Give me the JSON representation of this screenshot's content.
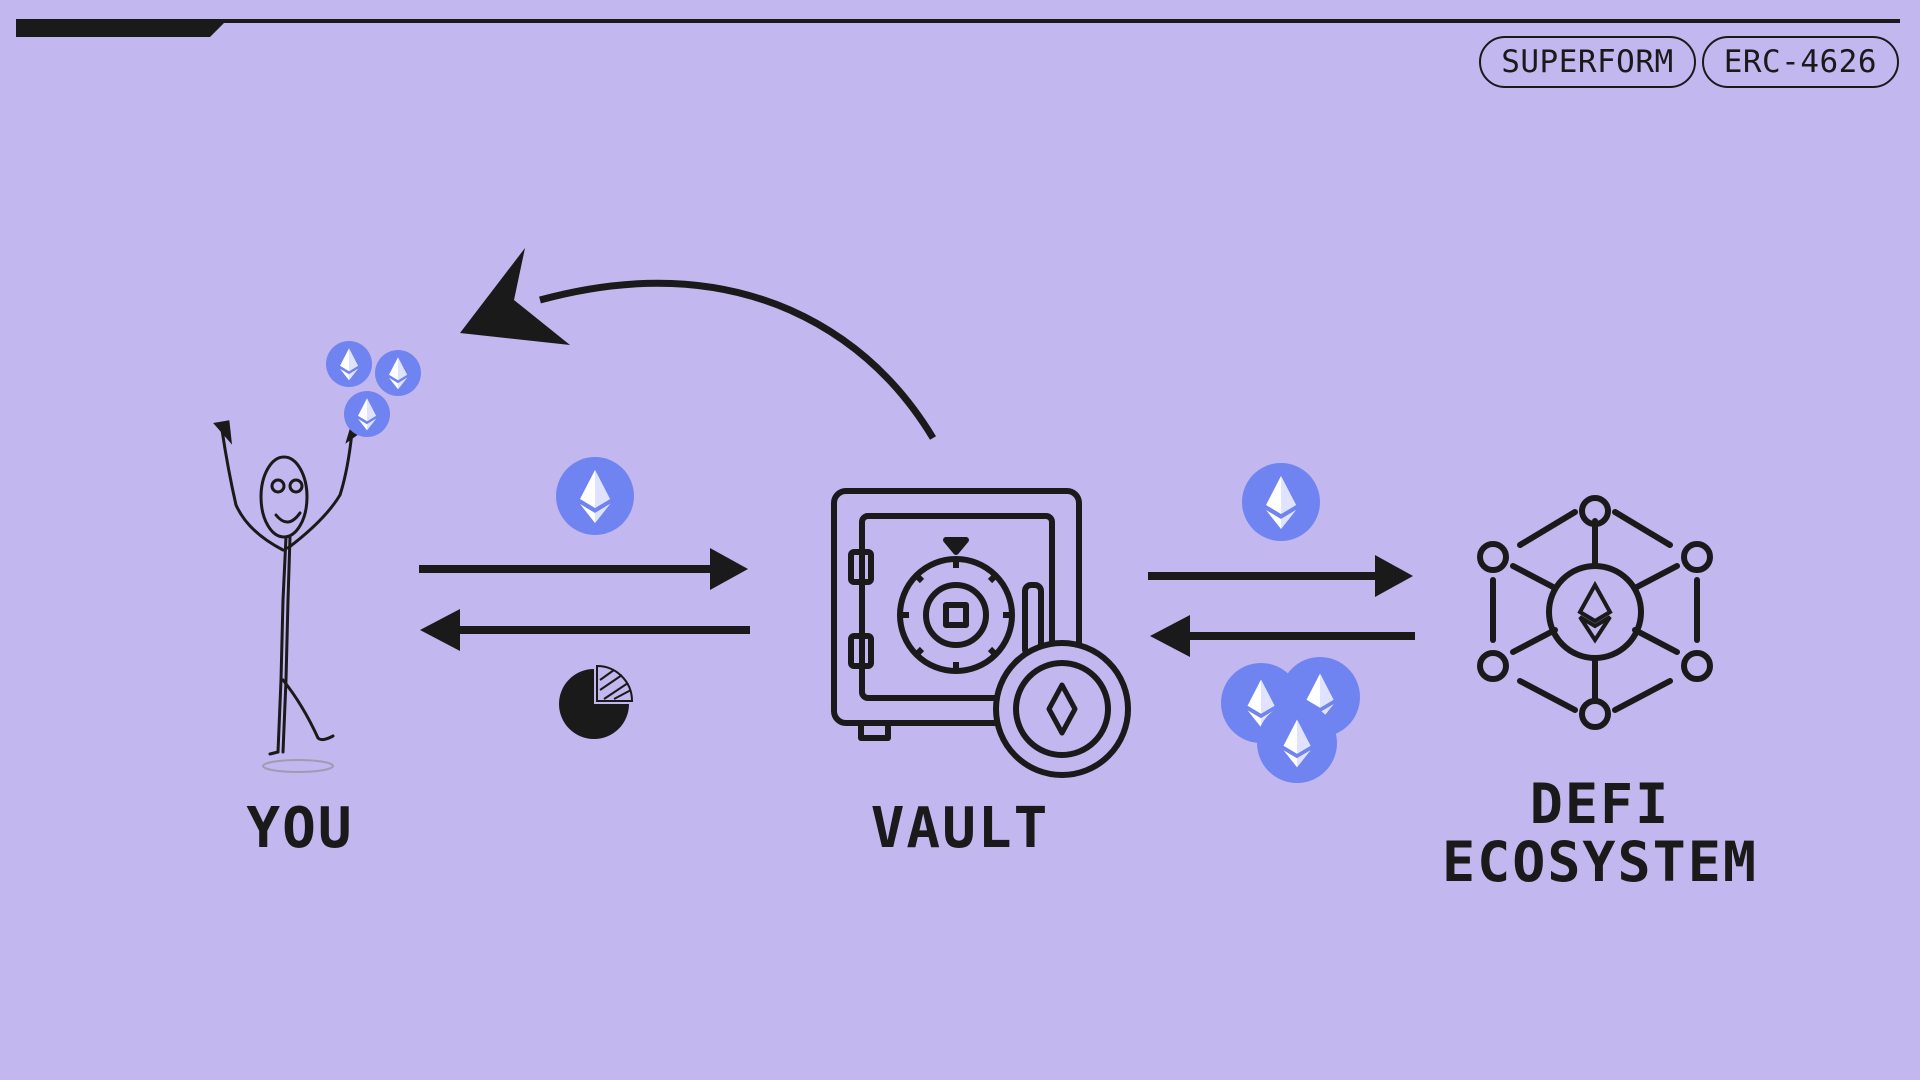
{
  "header": {
    "tags": [
      "SUPERFORM",
      "ERC-4626"
    ]
  },
  "nodes": {
    "you": "YOU",
    "vault": "VAULT",
    "defi_line1": "DEFI",
    "defi_line2": "ECOSYSTEM"
  },
  "colors": {
    "background": "#c2b7ee",
    "ink": "#1a1a1a",
    "eth_coin": "#6f84f0"
  },
  "icons": [
    "stick-figure-icon",
    "eth-coin-icon",
    "pie-chart-icon",
    "safe-vault-icon",
    "network-hexagon-icon",
    "return-arrow-icon",
    "bidirectional-arrows-icon"
  ]
}
